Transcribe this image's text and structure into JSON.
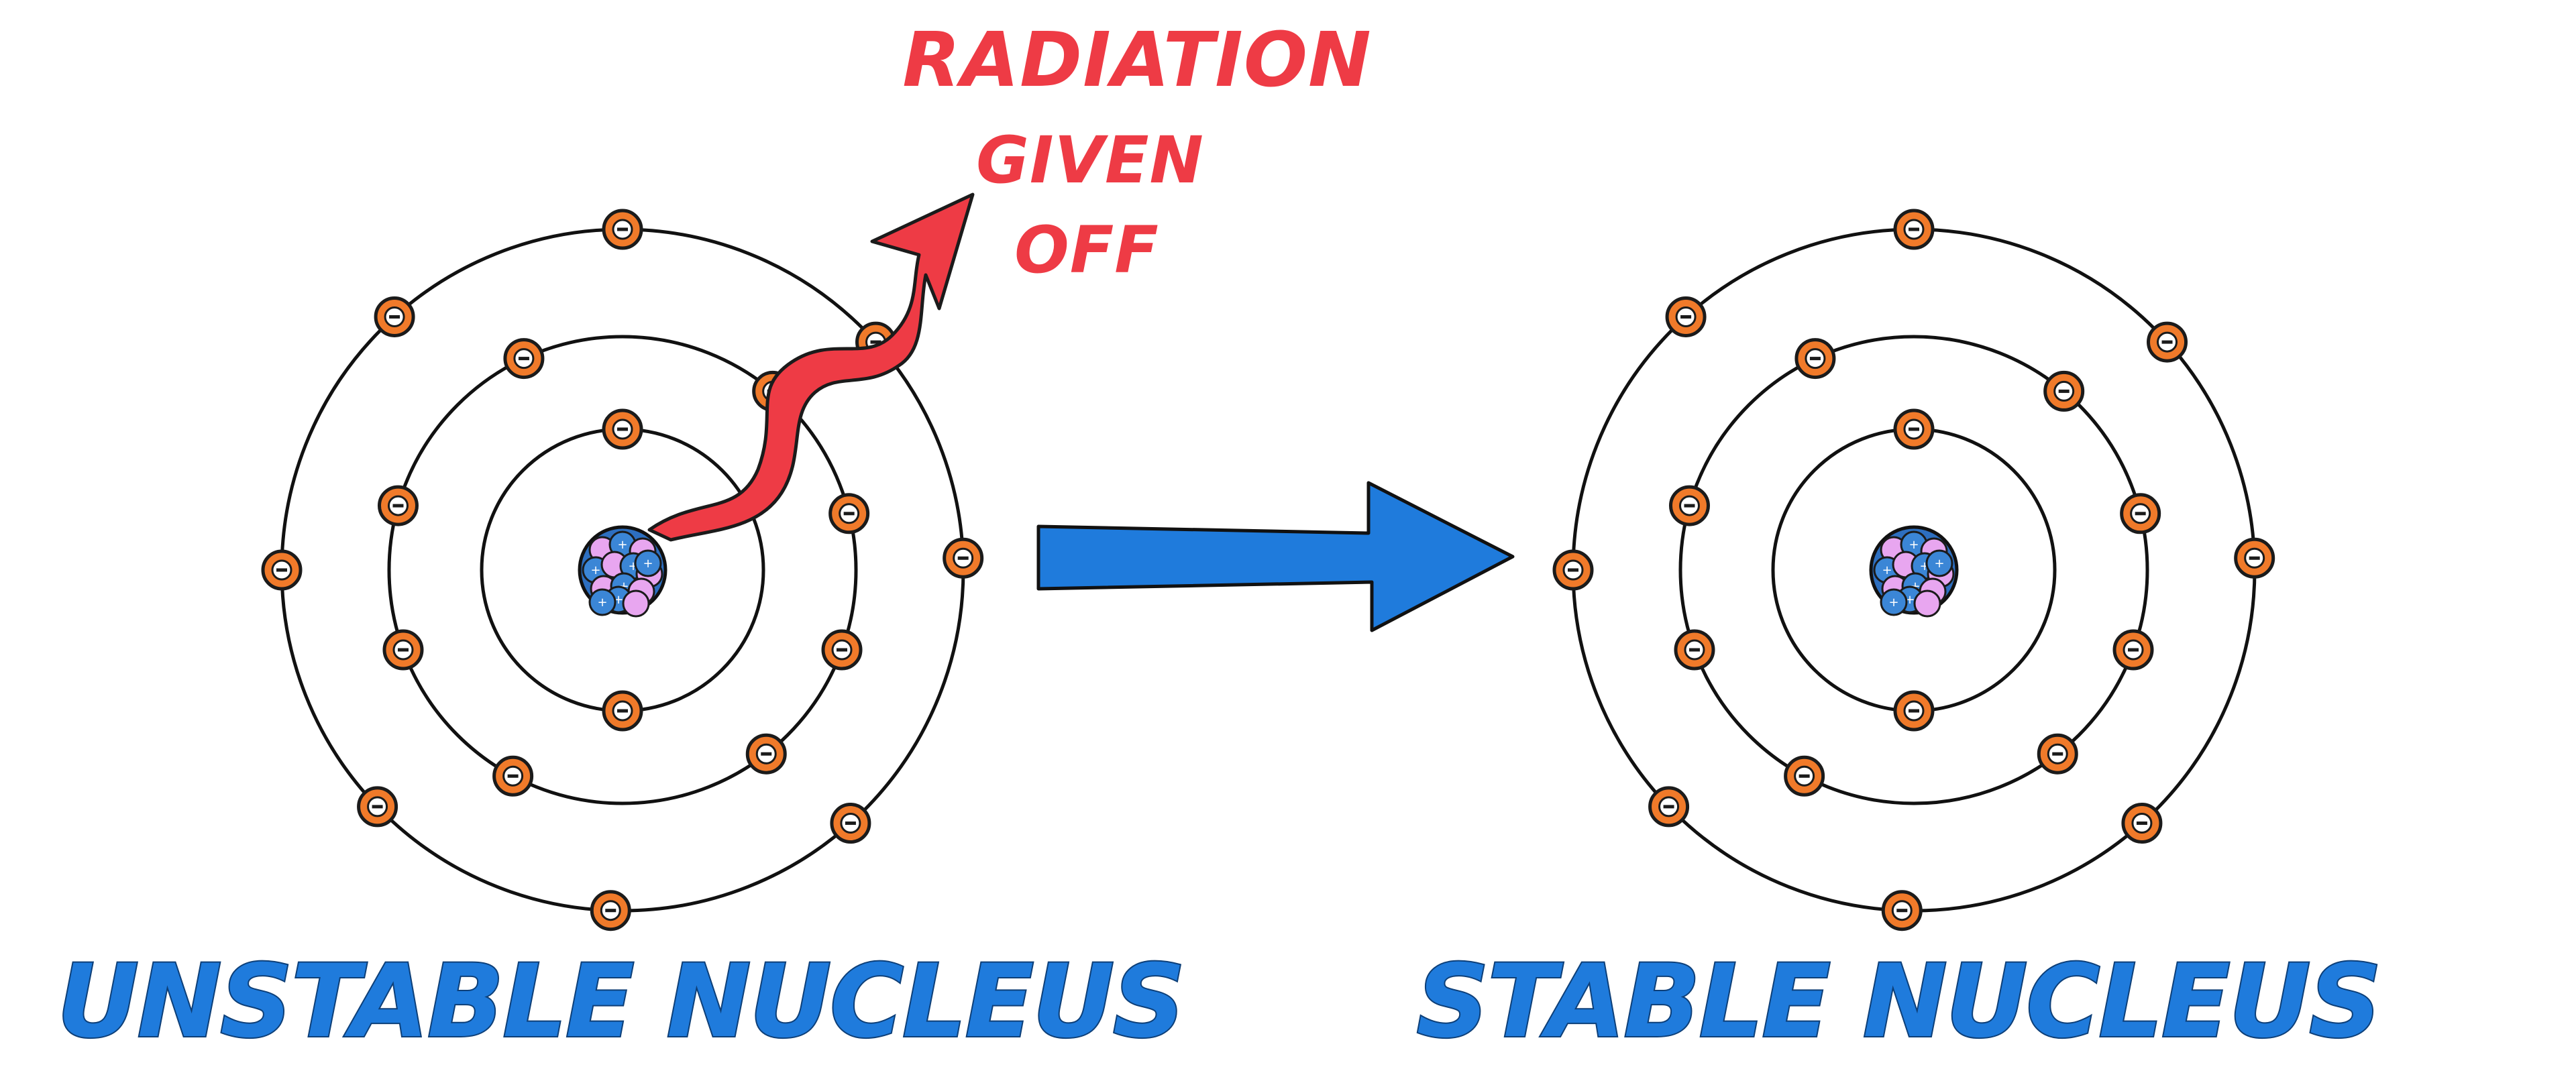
{
  "radiation_label": {
    "line1": "RADIATION",
    "line2": "GIVEN",
    "line3": "OFF"
  },
  "left_caption": "UNSTABLE NUCLEUS",
  "right_caption": "STABLE NUCLEUS",
  "electron_symbol": "−",
  "colors": {
    "radiation": "#ee3b45",
    "arrow": "#1f7bdc",
    "caption": "#1f7bdc",
    "electron": "#f07a2a",
    "proton": "#e8a6f0",
    "neutron": "#3b86d6",
    "orbit": "#111111"
  },
  "atoms": [
    {
      "name": "unstable-atom",
      "shells": [
        2,
        8,
        8
      ],
      "state": "unstable"
    },
    {
      "name": "stable-atom",
      "shells": [
        2,
        8,
        8
      ],
      "state": "stable"
    }
  ]
}
